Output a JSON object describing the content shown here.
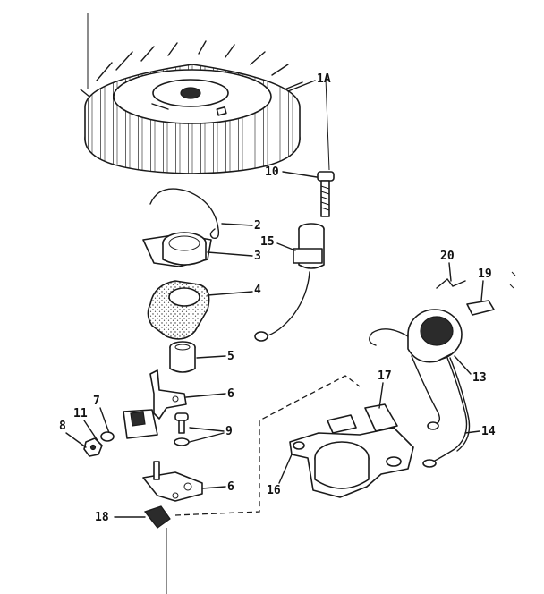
{
  "labels": {
    "flywheel": "1A",
    "spring": "2",
    "cam_cover": "3",
    "gasket": "4",
    "bushing": "5",
    "bracket_upper": "6",
    "bracket_lower": "6",
    "wire_clip": "7",
    "nut": "8",
    "screws": "9",
    "screw_top": "10",
    "washer": "11",
    "coil": "13",
    "leads": "14",
    "condenser": "15",
    "base": "16",
    "breaker": "17",
    "felt": "18",
    "cover_clip": "19",
    "retainer": "20"
  },
  "colors": {
    "ink": "#1a1a1a",
    "paper": "#ffffff"
  }
}
